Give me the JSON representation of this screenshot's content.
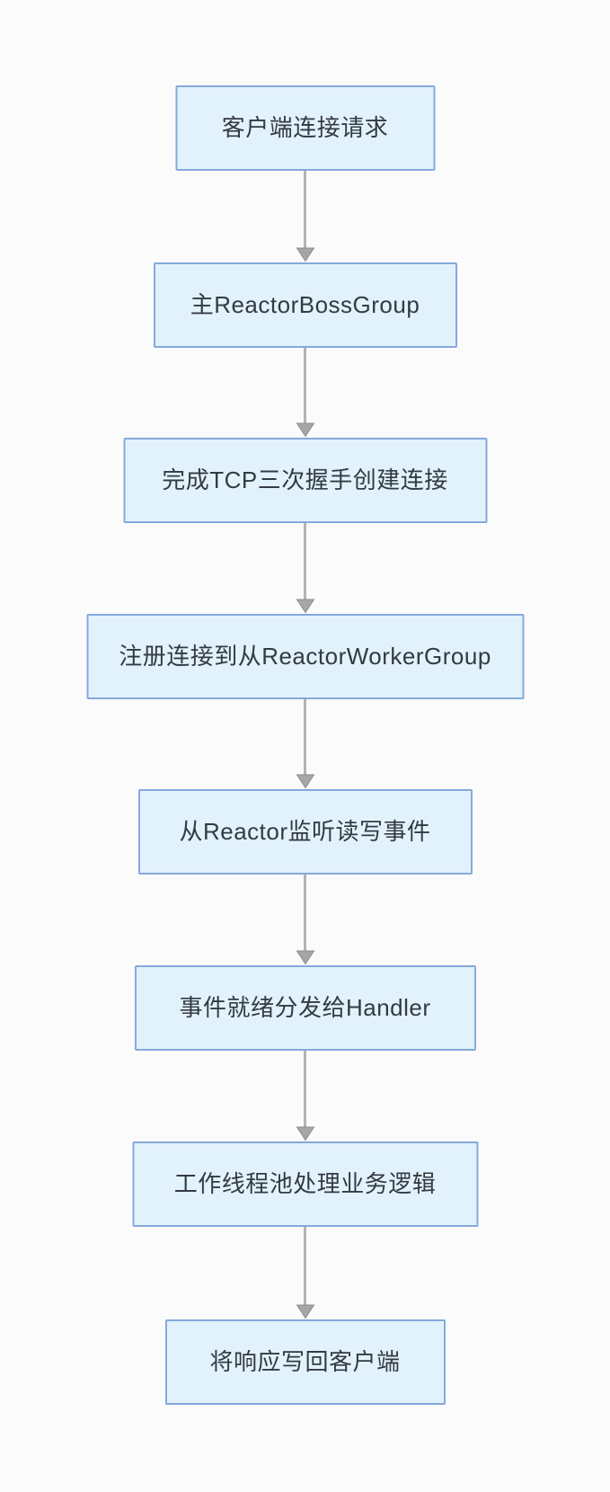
{
  "flowchart": {
    "type": "vertical-flow",
    "nodes": [
      {
        "id": "client-request",
        "label": "客户端连接请求"
      },
      {
        "id": "main-reactor",
        "label": "主ReactorBossGroup"
      },
      {
        "id": "tcp-handshake",
        "label": "完成TCP三次握手创建连接"
      },
      {
        "id": "register-worker",
        "label": "注册连接到从ReactorWorkerGroup"
      },
      {
        "id": "sub-reactor-listen",
        "label": "从Reactor监听读写事件"
      },
      {
        "id": "dispatch-handler",
        "label": "事件就绪分发给Handler"
      },
      {
        "id": "worker-pool",
        "label": "工作线程池处理业务逻辑"
      },
      {
        "id": "write-response",
        "label": "将响应写回客户端"
      }
    ],
    "edges": [
      {
        "from": 0,
        "to": 1
      },
      {
        "from": 1,
        "to": 2
      },
      {
        "from": 2,
        "to": 3
      },
      {
        "from": 3,
        "to": 4
      },
      {
        "from": 4,
        "to": 5
      },
      {
        "from": 5,
        "to": 6
      },
      {
        "from": 6,
        "to": 7
      }
    ],
    "colors": {
      "background": "#fbfbfb",
      "node_fill": "#e2f2fc",
      "node_border": "#84a9dd",
      "node_text": "#333a42",
      "arrow_line": "#b4b4b4",
      "arrow_head_fill": "#a6a6a6",
      "arrow_head_stroke": "#8c8c8c"
    }
  }
}
